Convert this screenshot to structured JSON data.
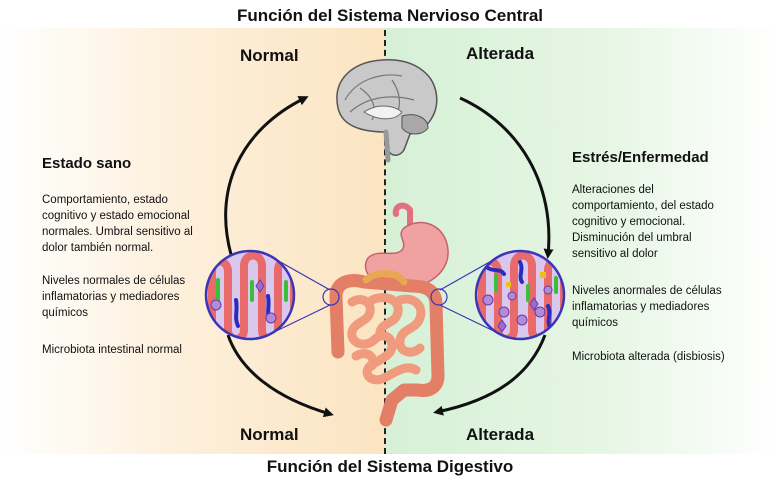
{
  "titles": {
    "top": "Función del Sistema Nervioso Central",
    "bottom": "Función del Sistema Digestivo"
  },
  "states": {
    "top_left": "Normal",
    "top_right": "Alterada",
    "bottom_left": "Normal",
    "bottom_right": "Alterada"
  },
  "left_panel": {
    "heading": "Estado sano",
    "behavior": [
      "Comportamiento, estado",
      "cognitivo y estado emocional",
      "normales. Umbral sensitivo al",
      "dolor también normal."
    ],
    "cells": [
      "Niveles normales de células",
      "inflamatorias y mediadores",
      "químicos"
    ],
    "microbiota": "Microbiota intestinal normal"
  },
  "right_panel": {
    "heading": "Estrés/Enfermedad",
    "behavior": [
      "Alteraciones del",
      "comportamiento, del estado",
      "cognitivo y emocional.",
      "Disminución del umbral",
      "sensitivo al dolor"
    ],
    "cells": [
      "Niveles anormales de células",
      "inflamatorias y mediadores",
      "químicos"
    ],
    "microbiota": "Microbiota alterada (disbiosis)"
  },
  "colors": {
    "normal_bg": "#fbe4c1",
    "altered_bg": "#d6f0d6",
    "intestine": "#e8826d",
    "lens_border": "#3a35b8",
    "lens_fill": "#d9c7ee"
  }
}
